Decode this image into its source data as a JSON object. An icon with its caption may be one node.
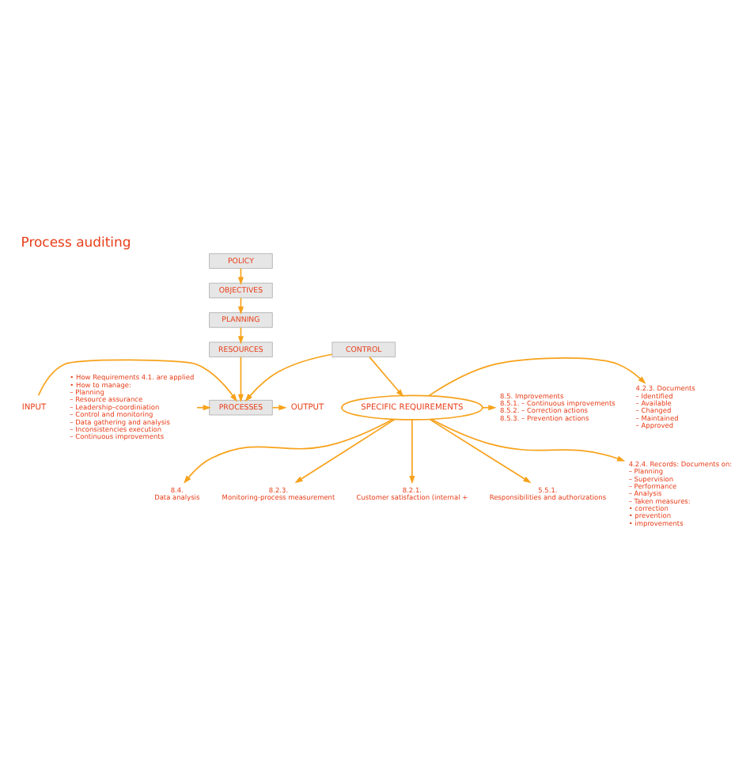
{
  "diagram": {
    "title": "Process auditing",
    "nodes": [
      {
        "text": [
          "POLICY"
        ]
      },
      {
        "text": [
          "OBJECTIVES"
        ]
      },
      {
        "text": [
          "PLANNING"
        ]
      },
      {
        "text": [
          "RESOURCES"
        ]
      },
      {
        "text": [
          "INPUT"
        ]
      },
      {
        "text": [
          "PROCESSES"
        ]
      },
      {
        "text": [
          "OUTPUT"
        ]
      },
      {
        "text": [
          "• How Requirements 4.1. are applied",
          "• How to manage:",
          "– Planning",
          "– Resource assurance",
          "– Leadership–coordiniation",
          "– Control and monitoring",
          "– Data gathering and analysis",
          "– Inconsistencies execution",
          "– Continuous improvements"
        ]
      },
      {
        "text": [
          "CONTROL"
        ]
      },
      {
        "text": [
          "SPECIFIC REQUIREMENTS"
        ]
      },
      {
        "text": [
          "8.5. Improvements",
          "8.5.1. – Continuous improvements",
          "8.5.2. – Correction actions",
          "8.5.3. – Prevention actions"
        ]
      },
      {
        "text": [
          "4.2.3. Documents",
          "– Identified",
          "– Available",
          "– Changed",
          "– Maintained",
          "– Approved"
        ]
      },
      {
        "text": [
          "8.4.",
          "Data analysis"
        ]
      },
      {
        "text": [
          "8.2.3.",
          "Monitoring-process measurement"
        ]
      },
      {
        "text": [
          "8.2.1.",
          "Customer satisfaction (internal +"
        ]
      },
      {
        "text": [
          "5.5.1.",
          "Responsibilities and authorizations"
        ]
      },
      {
        "text": [
          "4.2.4. Records: Documents on:",
          "– Planning",
          "– Supervision",
          "– Performance",
          "– Analysis",
          "– Taken measures:",
          "• correction",
          "• prevention",
          "• improvements"
        ]
      }
    ],
    "edges": [
      {
        "from": 0,
        "to": 1,
        "arrow": "to"
      },
      {
        "from": 1,
        "to": 2,
        "arrow": "to"
      },
      {
        "from": 2,
        "to": 3,
        "arrow": "to"
      },
      {
        "from": 3,
        "to": 5,
        "arrow": "to"
      },
      {
        "from": 4,
        "to": 5,
        "arrow": "to"
      },
      {
        "from": 5,
        "to": 6,
        "arrow": "to"
      },
      {
        "from": 7,
        "to": 5,
        "arrow": "to"
      },
      {
        "from": 8,
        "to": 5,
        "arrow": "to"
      },
      {
        "from": 8,
        "to": 9,
        "arrow": "to"
      },
      {
        "from": 9,
        "to": 10,
        "arrow": "to"
      },
      {
        "from": 9,
        "to": 11,
        "arrow": "to"
      },
      {
        "from": 9,
        "to": 12,
        "arrow": "to"
      },
      {
        "from": 9,
        "to": 13,
        "arrow": "to"
      },
      {
        "from": 9,
        "to": 14,
        "arrow": "to"
      },
      {
        "from": 9,
        "to": 15,
        "arrow": "to"
      },
      {
        "from": 9,
        "to": 16,
        "arrow": "to"
      }
    ]
  }
}
